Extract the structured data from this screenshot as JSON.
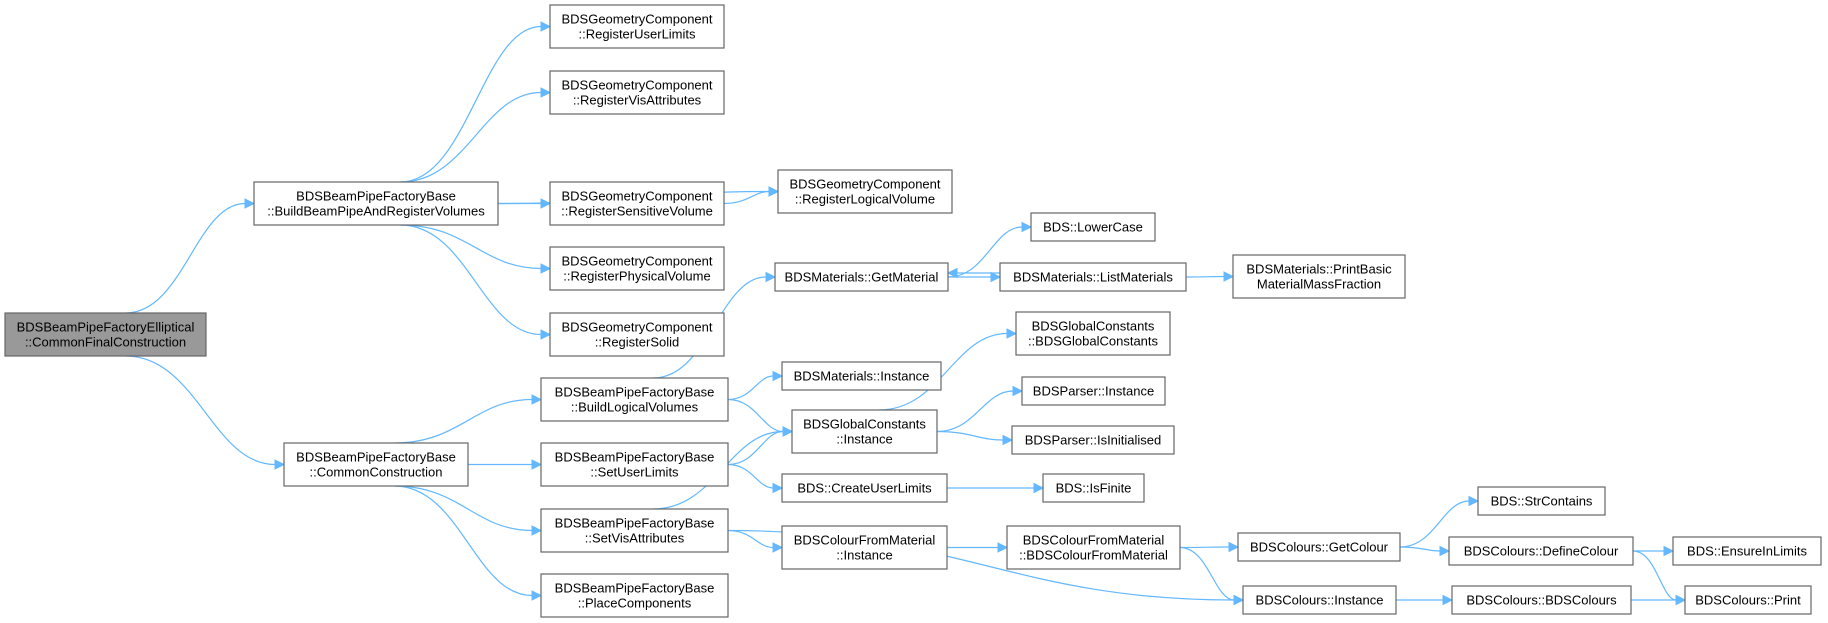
{
  "colors": {
    "root_fill": "#999999",
    "node_fill": "#ffffff",
    "node_border": "#666666",
    "edge": "#63b8ff",
    "text": "#000000"
  },
  "nodes": [
    {
      "id": "root",
      "lines": [
        "BDSBeamPipeFactoryElliptical",
        "::CommonFinalConstruction"
      ]
    },
    {
      "id": "buildBPARV",
      "lines": [
        "BDSBeamPipeFactoryBase",
        "::BuildBeamPipeAndRegisterVolumes"
      ]
    },
    {
      "id": "commonConstruction",
      "lines": [
        "BDSBeamPipeFactoryBase",
        "::CommonConstruction"
      ]
    },
    {
      "id": "regUserLimits",
      "lines": [
        "BDSGeometryComponent",
        "::RegisterUserLimits"
      ]
    },
    {
      "id": "regVisAttr",
      "lines": [
        "BDSGeometryComponent",
        "::RegisterVisAttributes"
      ]
    },
    {
      "id": "regSensVol",
      "lines": [
        "BDSGeometryComponent",
        "::RegisterSensitiveVolume"
      ]
    },
    {
      "id": "regPhysVol",
      "lines": [
        "BDSGeometryComponent",
        "::RegisterPhysicalVolume"
      ]
    },
    {
      "id": "regSolid",
      "lines": [
        "BDSGeometryComponent",
        "::RegisterSolid"
      ]
    },
    {
      "id": "regLogVol",
      "lines": [
        "BDSGeometryComponent",
        "::RegisterLogicalVolume"
      ]
    },
    {
      "id": "buildLogVols",
      "lines": [
        "BDSBeamPipeFactoryBase",
        "::BuildLogicalVolumes"
      ]
    },
    {
      "id": "setUserLimits",
      "lines": [
        "BDSBeamPipeFactoryBase",
        "::SetUserLimits"
      ]
    },
    {
      "id": "setVisAttr",
      "lines": [
        "BDSBeamPipeFactoryBase",
        "::SetVisAttributes"
      ]
    },
    {
      "id": "placeComponents",
      "lines": [
        "BDSBeamPipeFactoryBase",
        "::PlaceComponents"
      ]
    },
    {
      "id": "matGetMaterial",
      "lines": [
        "BDSMaterials::GetMaterial"
      ]
    },
    {
      "id": "matInstance",
      "lines": [
        "BDSMaterials::Instance"
      ]
    },
    {
      "id": "gcInstance",
      "lines": [
        "BDSGlobalConstants",
        "::Instance"
      ]
    },
    {
      "id": "createUserLimits",
      "lines": [
        "BDS::CreateUserLimits"
      ]
    },
    {
      "id": "cfmInstance",
      "lines": [
        "BDSColourFromMaterial",
        "::Instance"
      ]
    },
    {
      "id": "lowerCase",
      "lines": [
        "BDS::LowerCase"
      ]
    },
    {
      "id": "listMaterials",
      "lines": [
        "BDSMaterials::ListMaterials"
      ]
    },
    {
      "id": "printBasic",
      "lines": [
        "BDSMaterials::PrintBasic",
        "MaterialMassFraction"
      ]
    },
    {
      "id": "gcCtor",
      "lines": [
        "BDSGlobalConstants",
        "::BDSGlobalConstants"
      ]
    },
    {
      "id": "parserInstance",
      "lines": [
        "BDSParser::Instance"
      ]
    },
    {
      "id": "parserIsInit",
      "lines": [
        "BDSParser::IsInitialised"
      ]
    },
    {
      "id": "isFinite",
      "lines": [
        "BDS::IsFinite"
      ]
    },
    {
      "id": "cfmCtor",
      "lines": [
        "BDSColourFromMaterial",
        "::BDSColourFromMaterial"
      ]
    },
    {
      "id": "coloursGetColour",
      "lines": [
        "BDSColours::GetColour"
      ]
    },
    {
      "id": "coloursInstance",
      "lines": [
        "BDSColours::Instance"
      ]
    },
    {
      "id": "strContains",
      "lines": [
        "BDS::StrContains"
      ]
    },
    {
      "id": "defineColour",
      "lines": [
        "BDSColours::DefineColour"
      ]
    },
    {
      "id": "coloursCtor",
      "lines": [
        "BDSColours::BDSColours"
      ]
    },
    {
      "id": "ensureInLimits",
      "lines": [
        "BDS::EnsureInLimits"
      ]
    },
    {
      "id": "coloursPrint",
      "lines": [
        "BDSColours::Print"
      ]
    }
  ],
  "edges": [
    [
      "root",
      "buildBPARV"
    ],
    [
      "root",
      "commonConstruction"
    ],
    [
      "buildBPARV",
      "regUserLimits"
    ],
    [
      "buildBPARV",
      "regVisAttr"
    ],
    [
      "buildBPARV",
      "regLogVol"
    ],
    [
      "buildBPARV",
      "regSensVol"
    ],
    [
      "buildBPARV",
      "regPhysVol"
    ],
    [
      "buildBPARV",
      "regSolid"
    ],
    [
      "regSensVol",
      "regLogVol"
    ],
    [
      "commonConstruction",
      "buildLogVols"
    ],
    [
      "commonConstruction",
      "setUserLimits"
    ],
    [
      "commonConstruction",
      "setVisAttr"
    ],
    [
      "commonConstruction",
      "placeComponents"
    ],
    [
      "buildLogVols",
      "matGetMaterial"
    ],
    [
      "buildLogVols",
      "matInstance"
    ],
    [
      "buildLogVols",
      "gcInstance"
    ],
    [
      "setUserLimits",
      "gcInstance"
    ],
    [
      "setUserLimits",
      "createUserLimits"
    ],
    [
      "setVisAttr",
      "gcInstance"
    ],
    [
      "setVisAttr",
      "cfmInstance"
    ],
    [
      "setVisAttr",
      "coloursInstance"
    ],
    [
      "matGetMaterial",
      "lowerCase"
    ],
    [
      "matGetMaterial",
      "listMaterials"
    ],
    [
      "listMaterials",
      "matGetMaterial"
    ],
    [
      "listMaterials",
      "printBasic"
    ],
    [
      "gcInstance",
      "gcCtor"
    ],
    [
      "gcInstance",
      "parserInstance"
    ],
    [
      "gcInstance",
      "parserIsInit"
    ],
    [
      "createUserLimits",
      "isFinite"
    ],
    [
      "cfmInstance",
      "cfmCtor"
    ],
    [
      "cfmCtor",
      "coloursGetColour"
    ],
    [
      "cfmCtor",
      "coloursInstance"
    ],
    [
      "coloursGetColour",
      "strContains"
    ],
    [
      "coloursGetColour",
      "defineColour"
    ],
    [
      "defineColour",
      "ensureInLimits"
    ],
    [
      "defineColour",
      "coloursPrint"
    ],
    [
      "coloursInstance",
      "coloursCtor"
    ],
    [
      "coloursCtor",
      "coloursPrint"
    ]
  ]
}
